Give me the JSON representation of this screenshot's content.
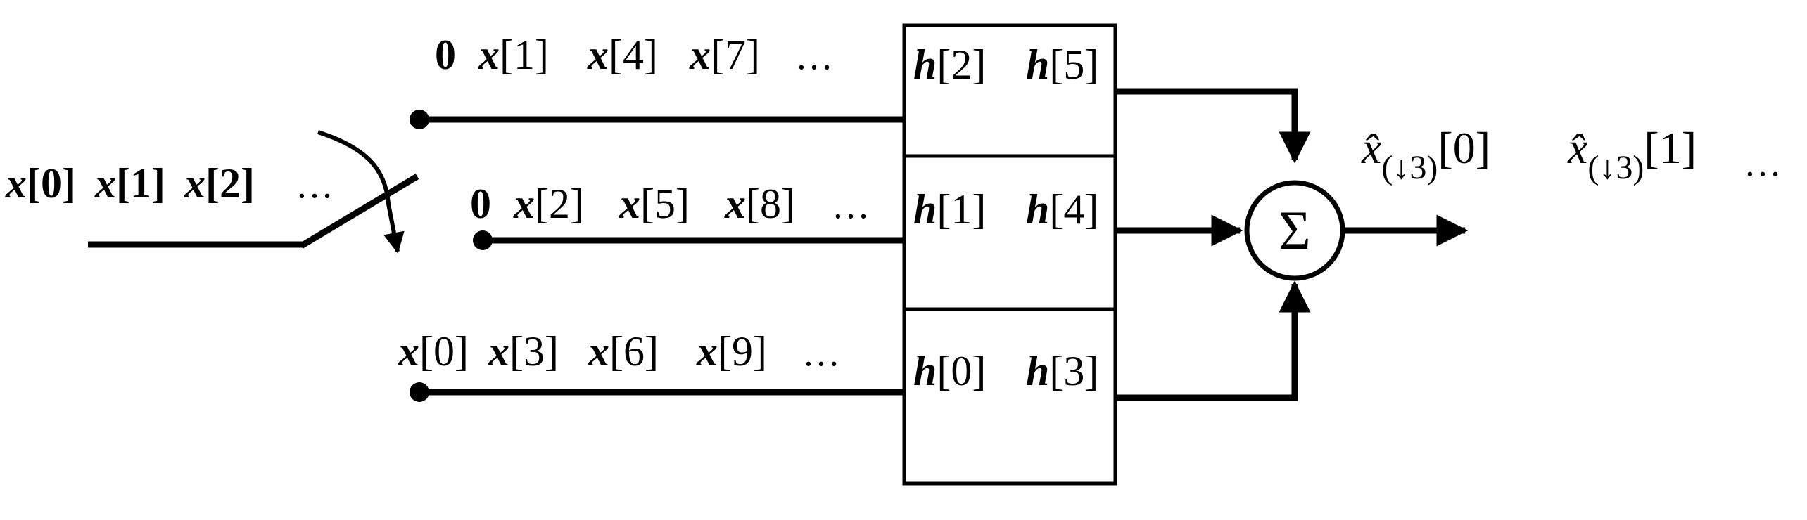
{
  "input": {
    "samples": [
      "x[0]",
      "x[1]",
      "x[2]"
    ],
    "ellipsis": "…"
  },
  "branches": [
    {
      "samples": [
        "0",
        "x[1]",
        "x[4]",
        "x[7]"
      ],
      "ellipsis": "…",
      "coefficients": [
        "h[2]",
        "h[5]"
      ]
    },
    {
      "samples": [
        "0",
        "x[2]",
        "x[5]",
        "x[8]"
      ],
      "ellipsis": "…",
      "coefficients": [
        "h[1]",
        "h[4]"
      ]
    },
    {
      "samples": [
        "x[0]",
        "x[3]",
        "x[6]",
        "x[9]"
      ],
      "ellipsis": "…",
      "coefficients": [
        "h[0]",
        "h[3]"
      ]
    }
  ],
  "summer": {
    "symbol": "Σ"
  },
  "output": {
    "hat": "x̂",
    "subscript": "(↓3)",
    "samples": [
      "[0]",
      "[1]"
    ],
    "ellipsis": "…"
  }
}
